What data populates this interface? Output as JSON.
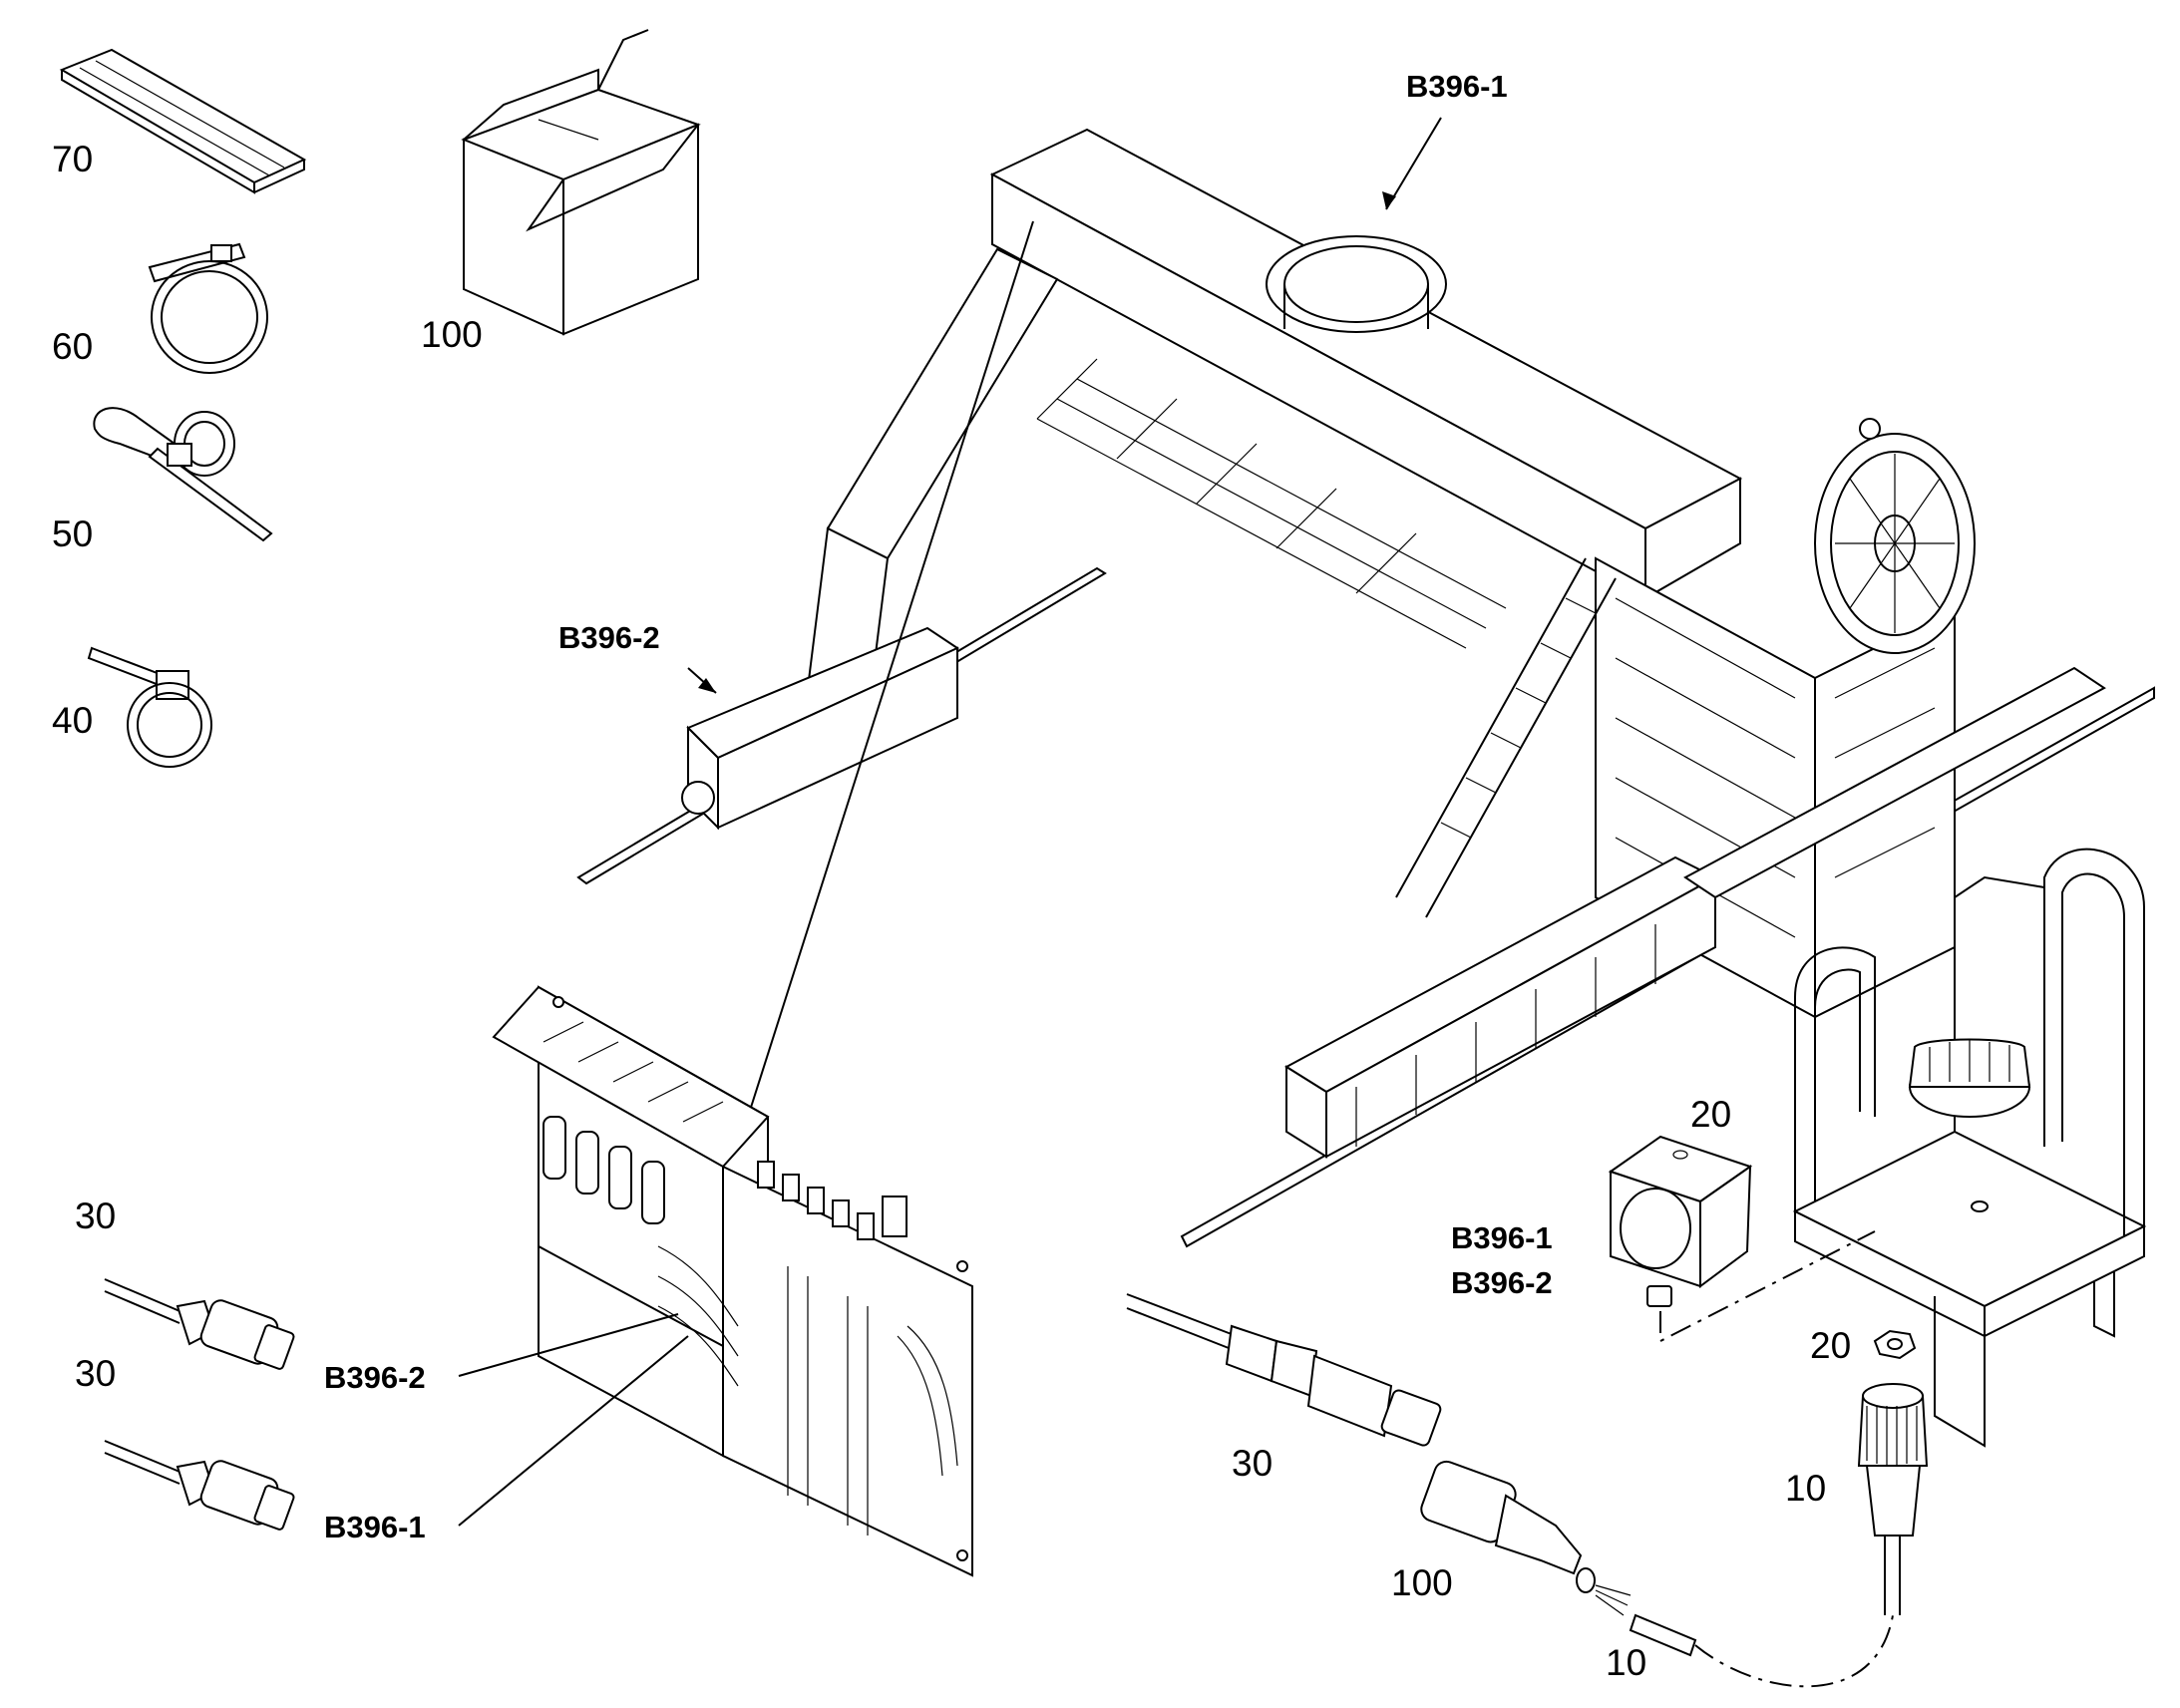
{
  "labels": {
    "item_70": "70",
    "item_60": "60",
    "item_50": "50",
    "item_40": "40",
    "item_100_box": "100",
    "item_30_a": "30",
    "item_30_b": "30",
    "item_30_c": "30",
    "item_20_sensor": "20",
    "item_20_nut": "20",
    "item_10_connector": "10",
    "item_10_cable": "10",
    "item_100_plug": "100"
  },
  "references": {
    "top": "B396-1",
    "left": "B396-2",
    "panel_upper": "B396-2",
    "panel_lower": "B396-1",
    "sensor_line1": "B396-1",
    "sensor_line2": "B396-2"
  },
  "icons": [
    "hose-sleeve-icon",
    "cable-strap-icon",
    "mounting-tie-icon",
    "cable-tie-icon",
    "cardboard-box-icon",
    "gantry-crane-icon",
    "electrical-panel-icon",
    "connector-plug-icon",
    "proximity-sensor-icon",
    "beacon-lamp-icon",
    "round-connector-icon",
    "hex-nut-icon"
  ]
}
